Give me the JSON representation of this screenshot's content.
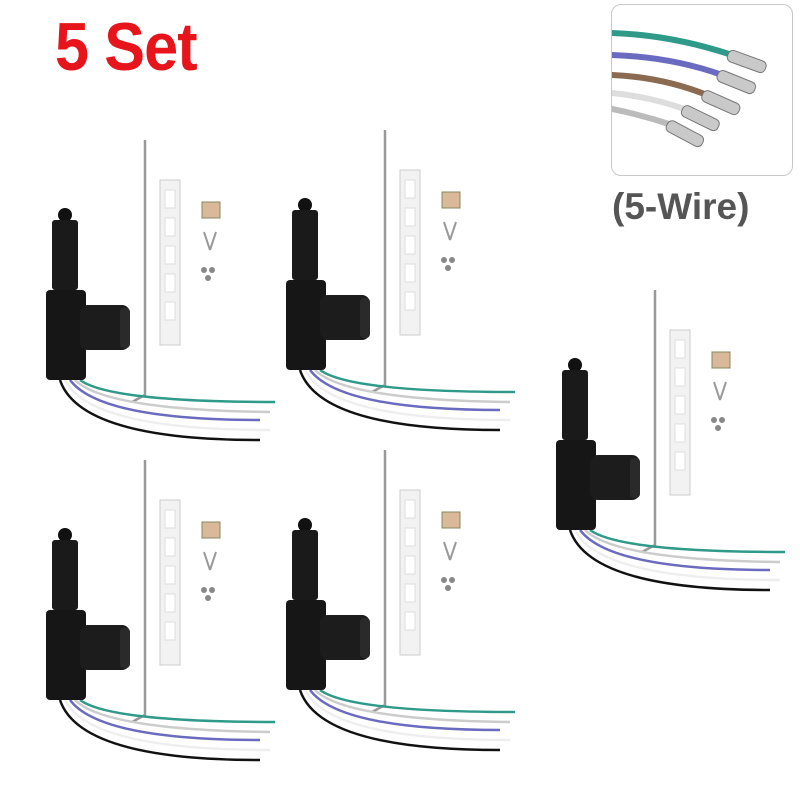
{
  "title": "5 Set",
  "wire_label": "(5-Wire)",
  "colors": {
    "title": "#e8141c",
    "wire_label": "#555555",
    "wires": [
      "#2f9a8a",
      "#6a6ac0",
      "#ffffff",
      "#111111",
      "#8a6a50"
    ]
  },
  "kit_count": 5
}
